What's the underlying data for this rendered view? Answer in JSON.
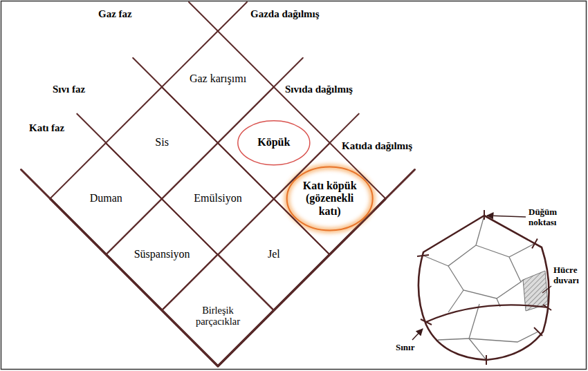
{
  "diagram": {
    "nodes": [
      {
        "text": [
          "Gaz karışımı"
        ]
      },
      {
        "text": [
          "Sis"
        ]
      },
      {
        "text": [
          "Köpük"
        ]
      },
      {
        "text": [
          "Duman"
        ]
      },
      {
        "text": [
          "Emülsiyon"
        ]
      },
      {
        "text": [
          "Katı köpük (gözenekli katı)"
        ]
      },
      {
        "text": [
          "Süspansiyon"
        ]
      },
      {
        "text": [
          "Jel"
        ]
      },
      {
        "text": [
          "Birleşik parçacıklar"
        ]
      }
    ],
    "labels": [
      "Gaz faz",
      "Gazda dağılmış",
      "Sıvı faz",
      "Sıvıda dağılmış",
      "Katı faz",
      "Katıda dağılmış",
      "Düğüm noktası",
      "Hücre duvarı",
      "Sınır"
    ]
  }
}
